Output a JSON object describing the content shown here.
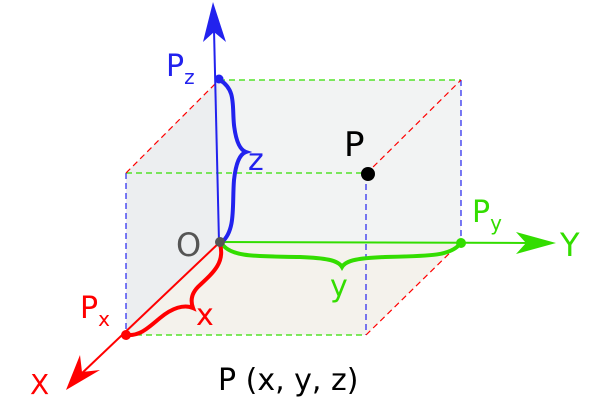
{
  "labels": {
    "z_axis_point": "P",
    "z_axis_point_sub": "z",
    "z_length": "z",
    "point": "P",
    "origin": "O",
    "y_axis_point": "P",
    "y_axis_point_sub": "y",
    "y_axis": "Y",
    "y_length": "y",
    "x_axis_point": "P",
    "x_axis_point_sub": "x",
    "x_length": "x",
    "x_axis": "X",
    "caption": "P (x, y, z)"
  },
  "colors": {
    "x": "#ff0000",
    "y": "#33dd00",
    "z": "#2222ee",
    "origin": "#555555",
    "point": "#000000"
  }
}
